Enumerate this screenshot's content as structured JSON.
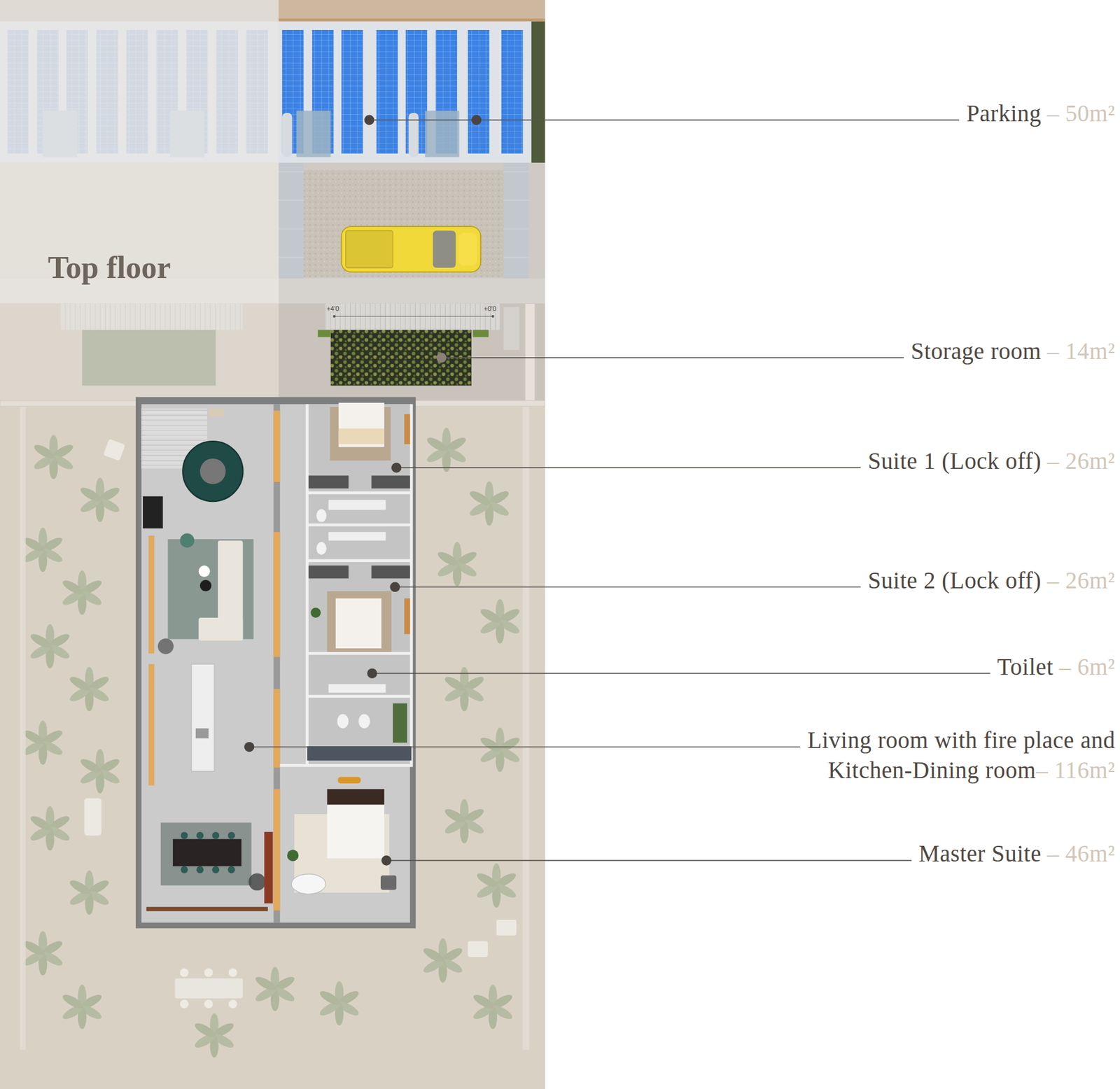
{
  "diagram": {
    "title": "Top floor",
    "labels": [
      "+4'0",
      "+0'0",
      "Parking",
      "– 50m²",
      "Storage room",
      "– 14m²",
      "Suite 1 (Lock off)",
      "– 26m²",
      "Suite 2 (Lock off)",
      "– 26m²",
      "Toilet",
      "– 6m²",
      "Living room with fire place and Kitchen-Dining room",
      "– 116m²",
      "Master Suite",
      "– 46m²"
    ]
  }
}
